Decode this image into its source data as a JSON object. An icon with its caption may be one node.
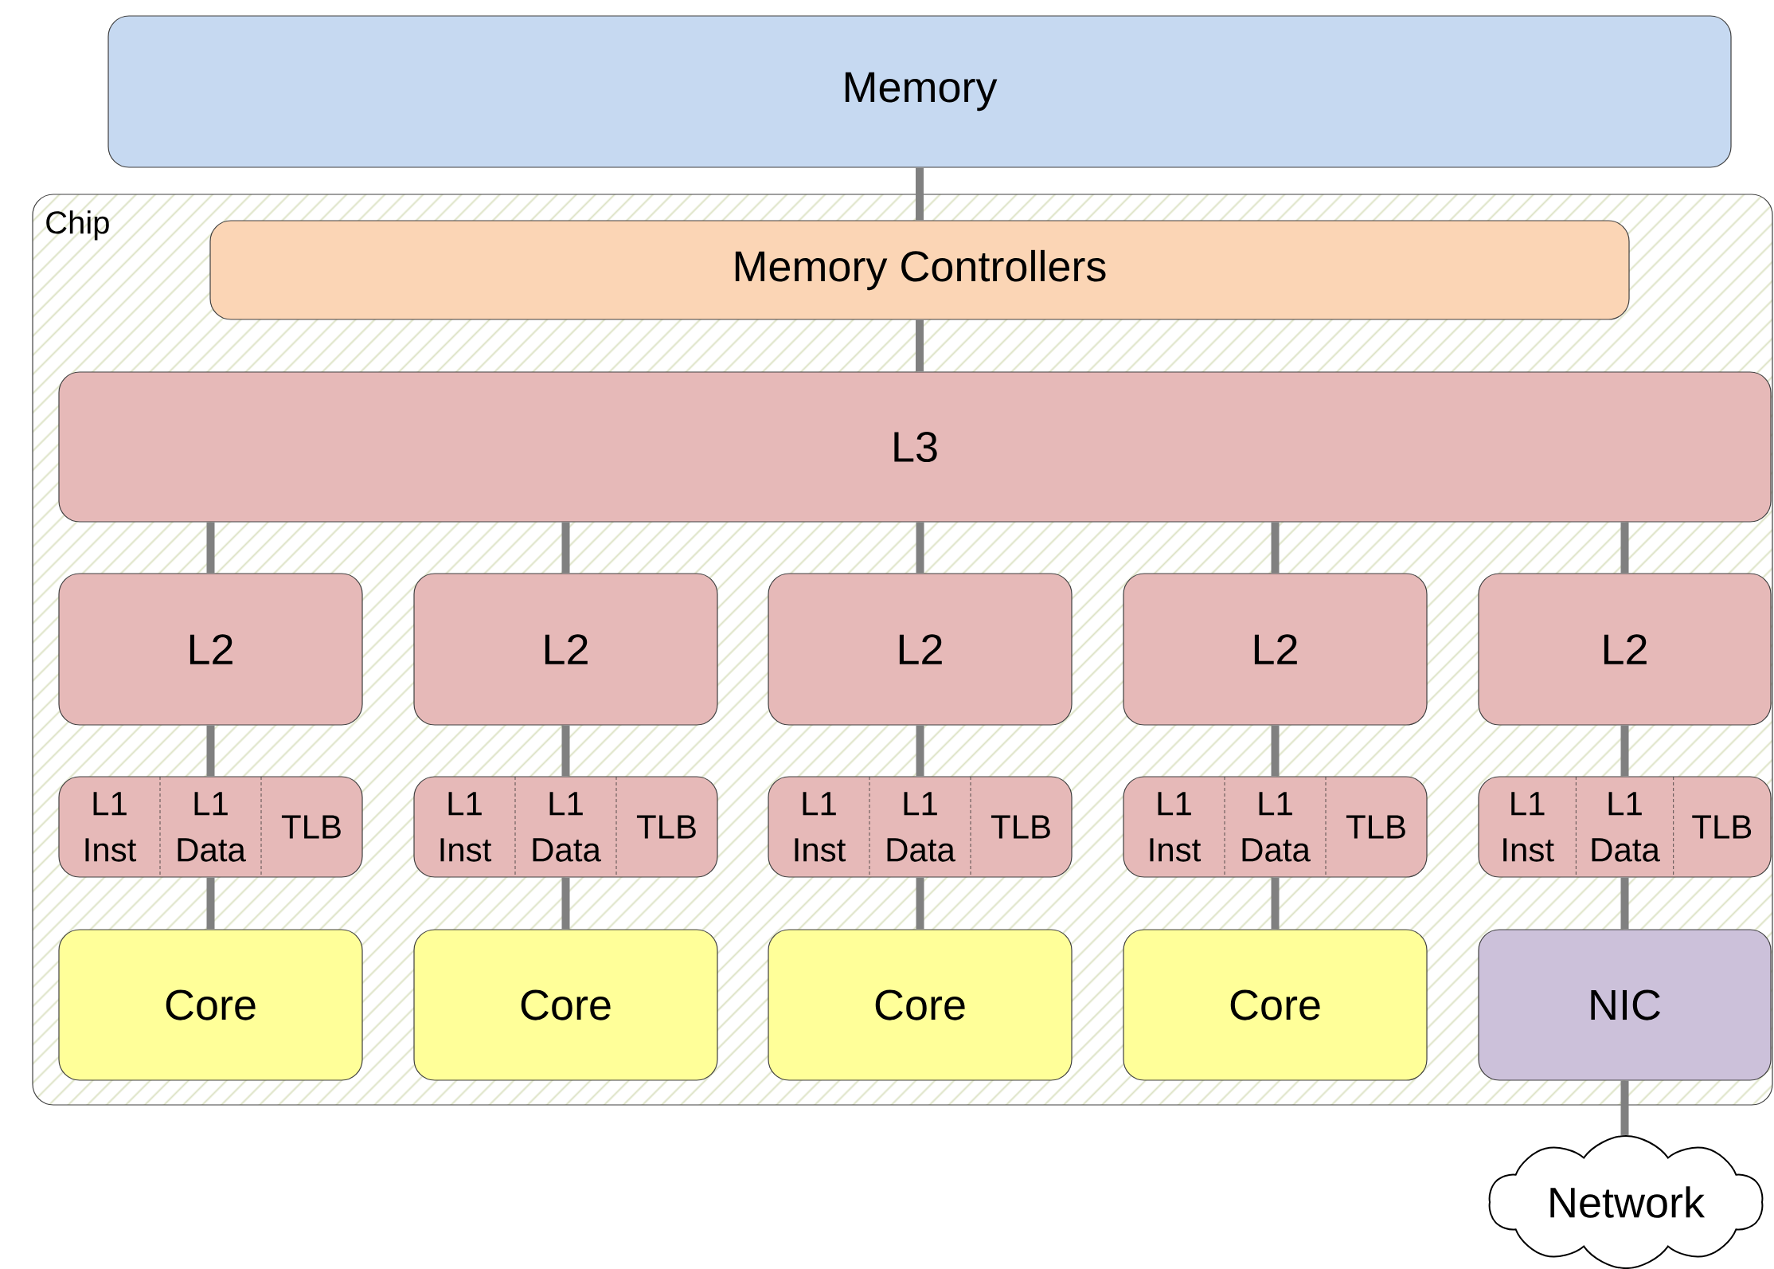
{
  "diagram": {
    "nodes": [
      {
        "text": [
          "Memory"
        ]
      },
      {
        "text": [
          "Chip"
        ]
      },
      {
        "text": [
          "Memory Controllers"
        ],
        "in": 1
      },
      {
        "text": [
          "L3"
        ],
        "in": 1
      },
      {
        "text": [
          "L2"
        ],
        "in": 1
      },
      {
        "text": [
          "L2"
        ],
        "in": 1
      },
      {
        "text": [
          "L2"
        ],
        "in": 1
      },
      {
        "text": [
          "L2"
        ],
        "in": 1
      },
      {
        "text": [
          "L2"
        ],
        "in": 1
      },
      {
        "text": [
          "L1 Inst",
          "L1 Data",
          "TLB"
        ],
        "in": 1
      },
      {
        "text": [
          "L1 Inst",
          "L1 Data",
          "TLB"
        ],
        "in": 1
      },
      {
        "text": [
          "L1 Inst",
          "L1 Data",
          "TLB"
        ],
        "in": 1
      },
      {
        "text": [
          "L1 Inst",
          "L1 Data",
          "TLB"
        ],
        "in": 1
      },
      {
        "text": [
          "L1 Inst",
          "L1 Data",
          "TLB"
        ],
        "in": 1
      },
      {
        "text": [
          "Core"
        ],
        "in": 1
      },
      {
        "text": [
          "Core"
        ],
        "in": 1
      },
      {
        "text": [
          "Core"
        ],
        "in": 1
      },
      {
        "text": [
          "Core"
        ],
        "in": 1
      },
      {
        "text": [
          "NIC"
        ],
        "in": 1
      },
      {
        "text": [
          "Network"
        ]
      }
    ],
    "edges": [
      {
        "from": 0,
        "to": 2,
        "arrow": "none"
      },
      {
        "from": 2,
        "to": 3,
        "arrow": "none"
      },
      {
        "from": 3,
        "to": 4,
        "arrow": "none"
      },
      {
        "from": 3,
        "to": 5,
        "arrow": "none"
      },
      {
        "from": 3,
        "to": 6,
        "arrow": "none"
      },
      {
        "from": 3,
        "to": 7,
        "arrow": "none"
      },
      {
        "from": 3,
        "to": 8,
        "arrow": "none"
      },
      {
        "from": 4,
        "to": 9,
        "arrow": "none"
      },
      {
        "from": 5,
        "to": 10,
        "arrow": "none"
      },
      {
        "from": 6,
        "to": 11,
        "arrow": "none"
      },
      {
        "from": 7,
        "to": 12,
        "arrow": "none"
      },
      {
        "from": 8,
        "to": 13,
        "arrow": "none"
      },
      {
        "from": 9,
        "to": 14,
        "arrow": "none"
      },
      {
        "from": 10,
        "to": 15,
        "arrow": "none"
      },
      {
        "from": 11,
        "to": 16,
        "arrow": "none"
      },
      {
        "from": 12,
        "to": 17,
        "arrow": "none"
      },
      {
        "from": 13,
        "to": 18,
        "arrow": "none"
      },
      {
        "from": 18,
        "to": 19,
        "arrow": "none"
      }
    ]
  }
}
